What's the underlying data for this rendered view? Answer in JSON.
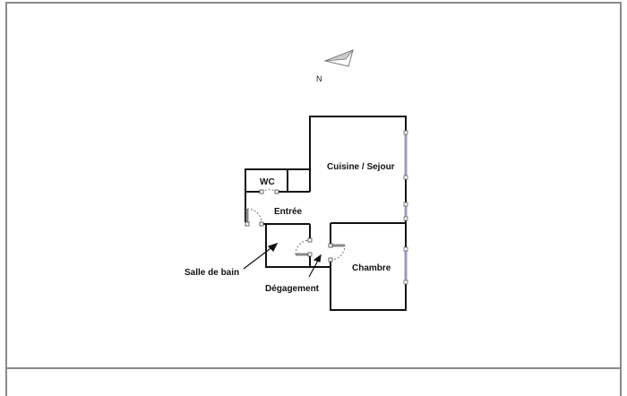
{
  "plan": {
    "north_label": "N",
    "rooms": [
      {
        "id": "wc",
        "label": "WC"
      },
      {
        "id": "entree",
        "label": "Entrée"
      },
      {
        "id": "cuisine",
        "label": "Cuisine / Sejour"
      },
      {
        "id": "chambre",
        "label": "Chambre"
      },
      {
        "id": "sdb",
        "label": "Salle de bain"
      },
      {
        "id": "degagement",
        "label": "Dégagement"
      }
    ],
    "colors": {
      "wall": "#111111",
      "window": "#9a9ac8",
      "frame": "#8a8a8a"
    }
  }
}
